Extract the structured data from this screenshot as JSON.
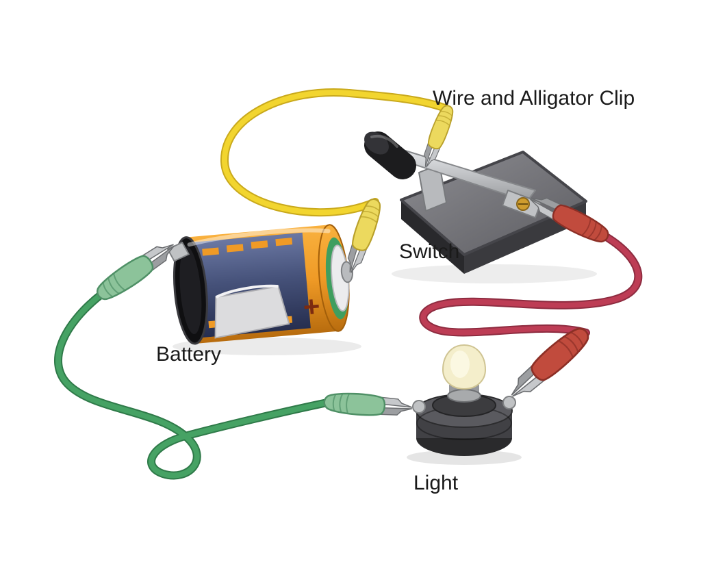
{
  "labels": {
    "wire_clip": "Wire and Alligator Clip",
    "switch": "Switch",
    "battery": "Battery",
    "light": "Light",
    "battery_plus": "+"
  },
  "colors": {
    "background": "#ffffff",
    "text": "#1a1a1a",
    "wire_yellow": "#f2d52f",
    "wire_yellow_dark": "#c9a91c",
    "wire_green": "#46a264",
    "wire_green_dark": "#2f7a49",
    "wire_red": "#bd3d55",
    "wire_red_dark": "#8e2c40",
    "clip_yellow": "#ecd95e",
    "clip_yellow_dark": "#b89f2a",
    "clip_green": "#8cc39a",
    "clip_green_dark": "#4f9066",
    "clip_red": "#c14b3d",
    "clip_red_dark": "#8c2f26",
    "battery_navy": "#46527a",
    "battery_orange": "#ef9a26",
    "battery_plus_color": "#7c2b10",
    "switch_base_gray": "#757579",
    "metal": "#c6c8cb",
    "knob_black": "#1c1c1e",
    "bulb_glass": "#f4eecb",
    "light_base_dark": "#3c3c3f"
  }
}
